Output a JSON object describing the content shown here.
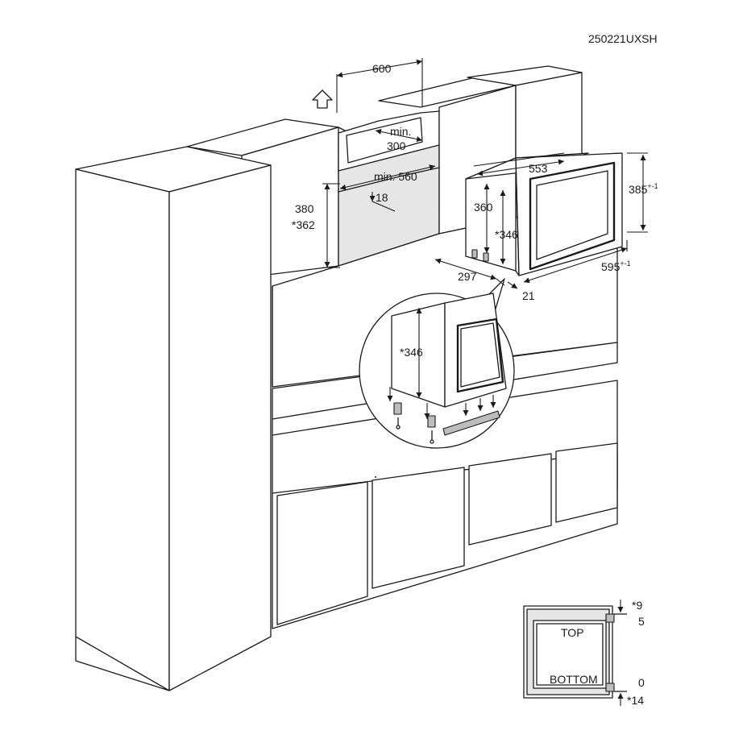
{
  "document_code": "250221UXSH",
  "dimensions": {
    "niche_width": "600",
    "min_depth": "min.\n300",
    "min_width": "min. 560",
    "niche_height": "380",
    "niche_height_alt": "*362",
    "gap": "18",
    "appliance_width": "553",
    "appliance_height_overall": "385",
    "appliance_height_tolerance": "+-1",
    "appliance_body_height": "360",
    "appliance_body_height_alt": "*346",
    "appliance_depth": "297",
    "frame_depth": "21",
    "frame_width": "595",
    "frame_width_tolerance": "+-1",
    "detail_height": "*346"
  },
  "inset": {
    "top_label": "TOP",
    "bottom_label": "BOTTOM",
    "top_offset_alt": "*9",
    "top_offset": "5",
    "bottom_offset": "0",
    "bottom_offset_alt": "*14"
  }
}
